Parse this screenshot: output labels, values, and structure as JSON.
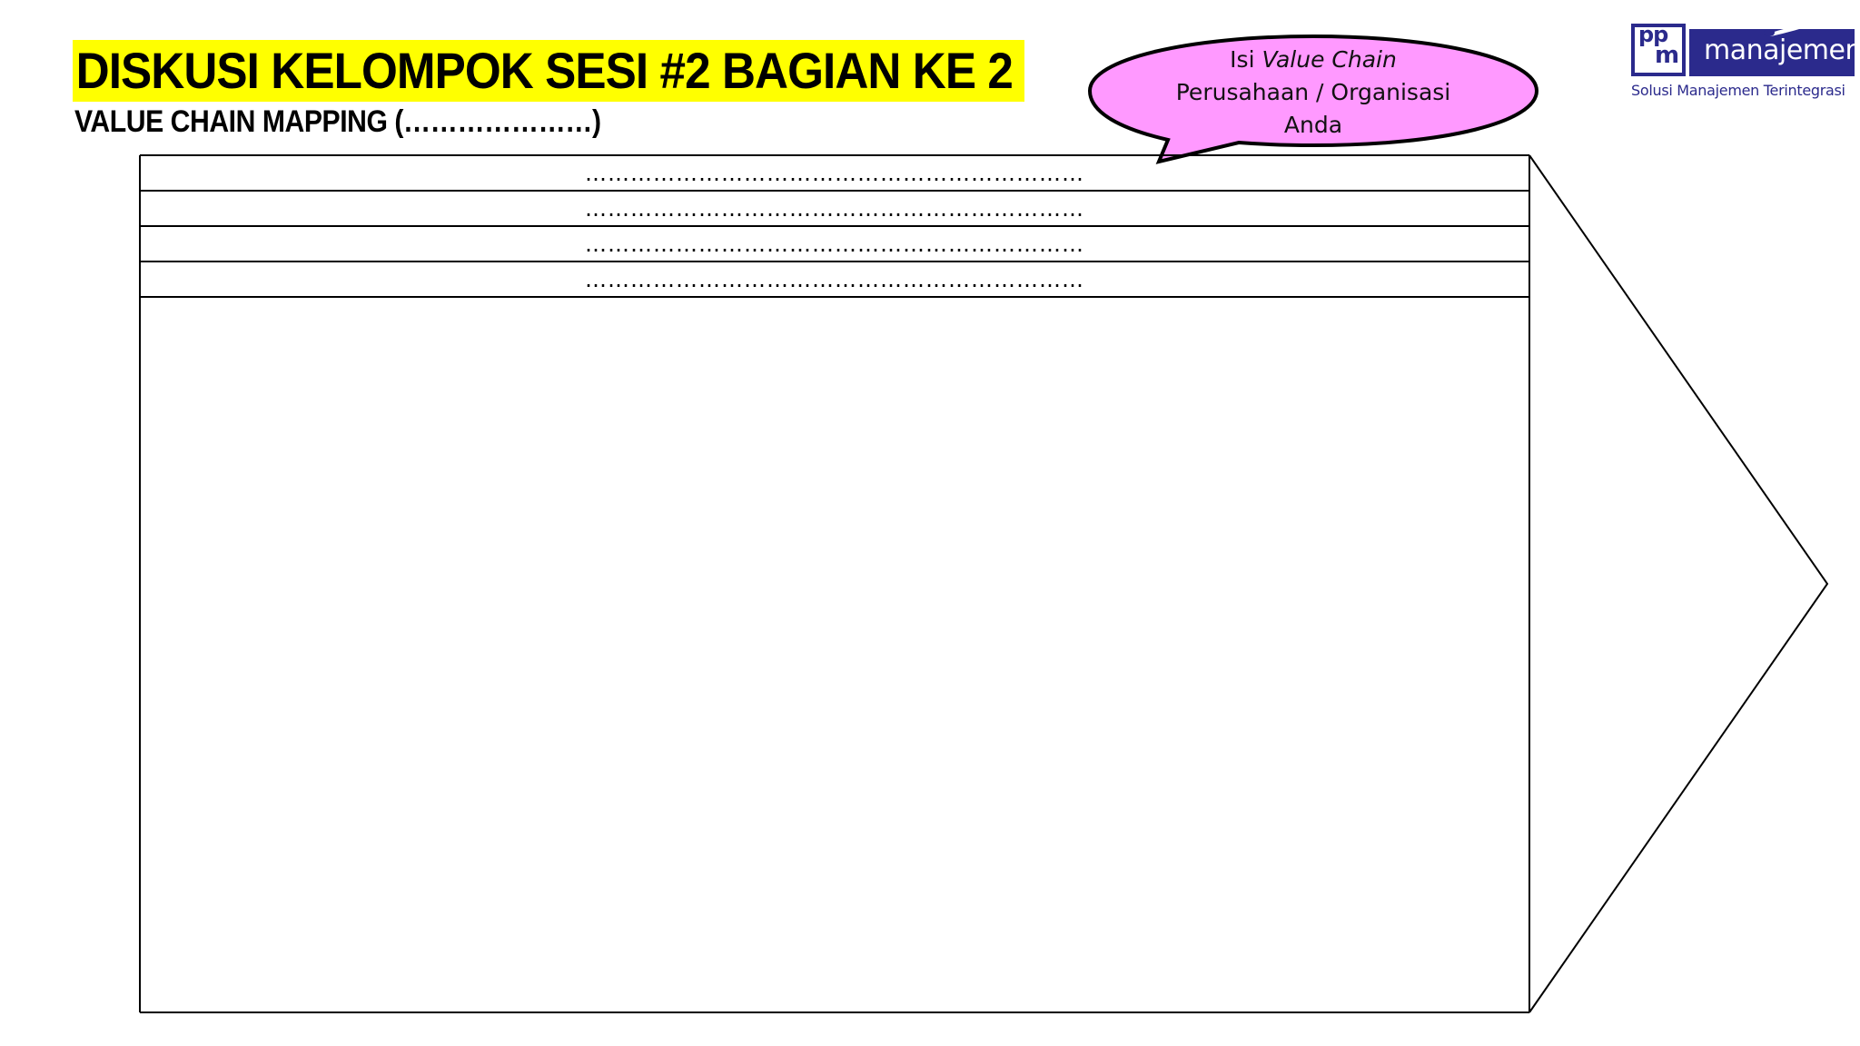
{
  "slide": {
    "title": "DISKUSI KELOMPOK SESI #2 BAGIAN KE 2",
    "subtitle": "VALUE CHAIN MAPPING (…………………)"
  },
  "callout": {
    "line1_prefix": "Isi ",
    "line1_italic": "Value Chain",
    "line2": "Perusahaan / Organisasi",
    "line3": "Anda"
  },
  "logo": {
    "mark_top": "pp",
    "mark_bottom": "m",
    "wordmark": "manajemen",
    "tagline": "Solusi Manajemen Terintegrasi"
  },
  "diagram": {
    "support_rows": [
      "…………………………………………………………",
      "…………………………………………………………",
      "…………………………………………………………",
      "…………………………………………………………"
    ]
  },
  "colors": {
    "title_highlight": "#ffff00",
    "callout_fill": "#ff99ff",
    "logo_brand": "#2b2a8c"
  }
}
